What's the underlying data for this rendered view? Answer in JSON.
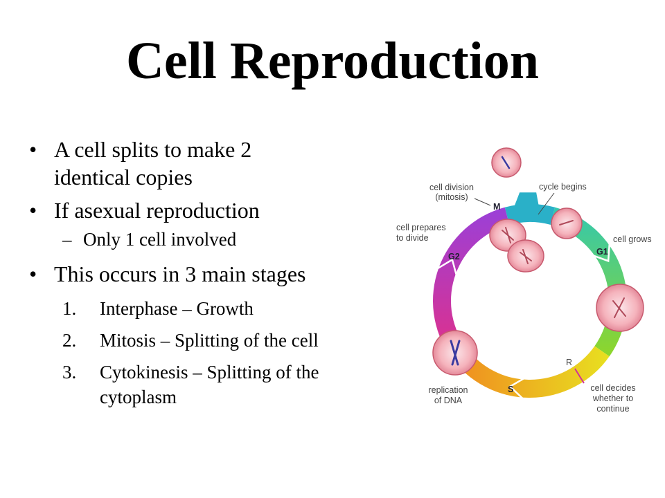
{
  "slide": {
    "title": "Cell Reproduction",
    "bullets": [
      {
        "text": "A cell splits to make 2",
        "text2": "identical copies"
      },
      {
        "text": "If asexual reproduction",
        "sub": "Only 1 cell involved"
      },
      {
        "text": "This occurs in 3 main stages"
      }
    ],
    "stages": [
      {
        "num": "1.",
        "text": "Interphase – Growth"
      },
      {
        "num": "2.",
        "text": "Mitosis – Splitting of the cell"
      },
      {
        "num": "3.",
        "text": "Cytokinesis – Splitting of the",
        "text2": "cytoplasm"
      }
    ]
  },
  "diagram": {
    "labels": {
      "cell_division": "cell division",
      "mitosis": "(mitosis)",
      "cycle_begins": "cycle begins",
      "cell_prepares": "cell prepares",
      "to_divide": "to divide",
      "cell_grows": "cell grows",
      "replication": "replication",
      "of_dna": "of DNA",
      "cell_decides": "cell decides",
      "whether_to": "whether to",
      "continue": "continue"
    },
    "stages": {
      "m": "M",
      "g1": "G1",
      "g2": "G2",
      "s": "S",
      "r": "R"
    },
    "colors": {
      "m_phase": "#2ab0c8",
      "g1_start": "#32c8b0",
      "g1_end": "#8fd62a",
      "s_start": "#e8e020",
      "s_end": "#f08a20",
      "g2_start": "#e0308a",
      "g2_end": "#9a40d8",
      "r_marker": "#d0309a",
      "cell_fill": "#f5b3bc",
      "cell_edge": "#c85a6e",
      "chromosome": "#3a3aa0"
    }
  }
}
